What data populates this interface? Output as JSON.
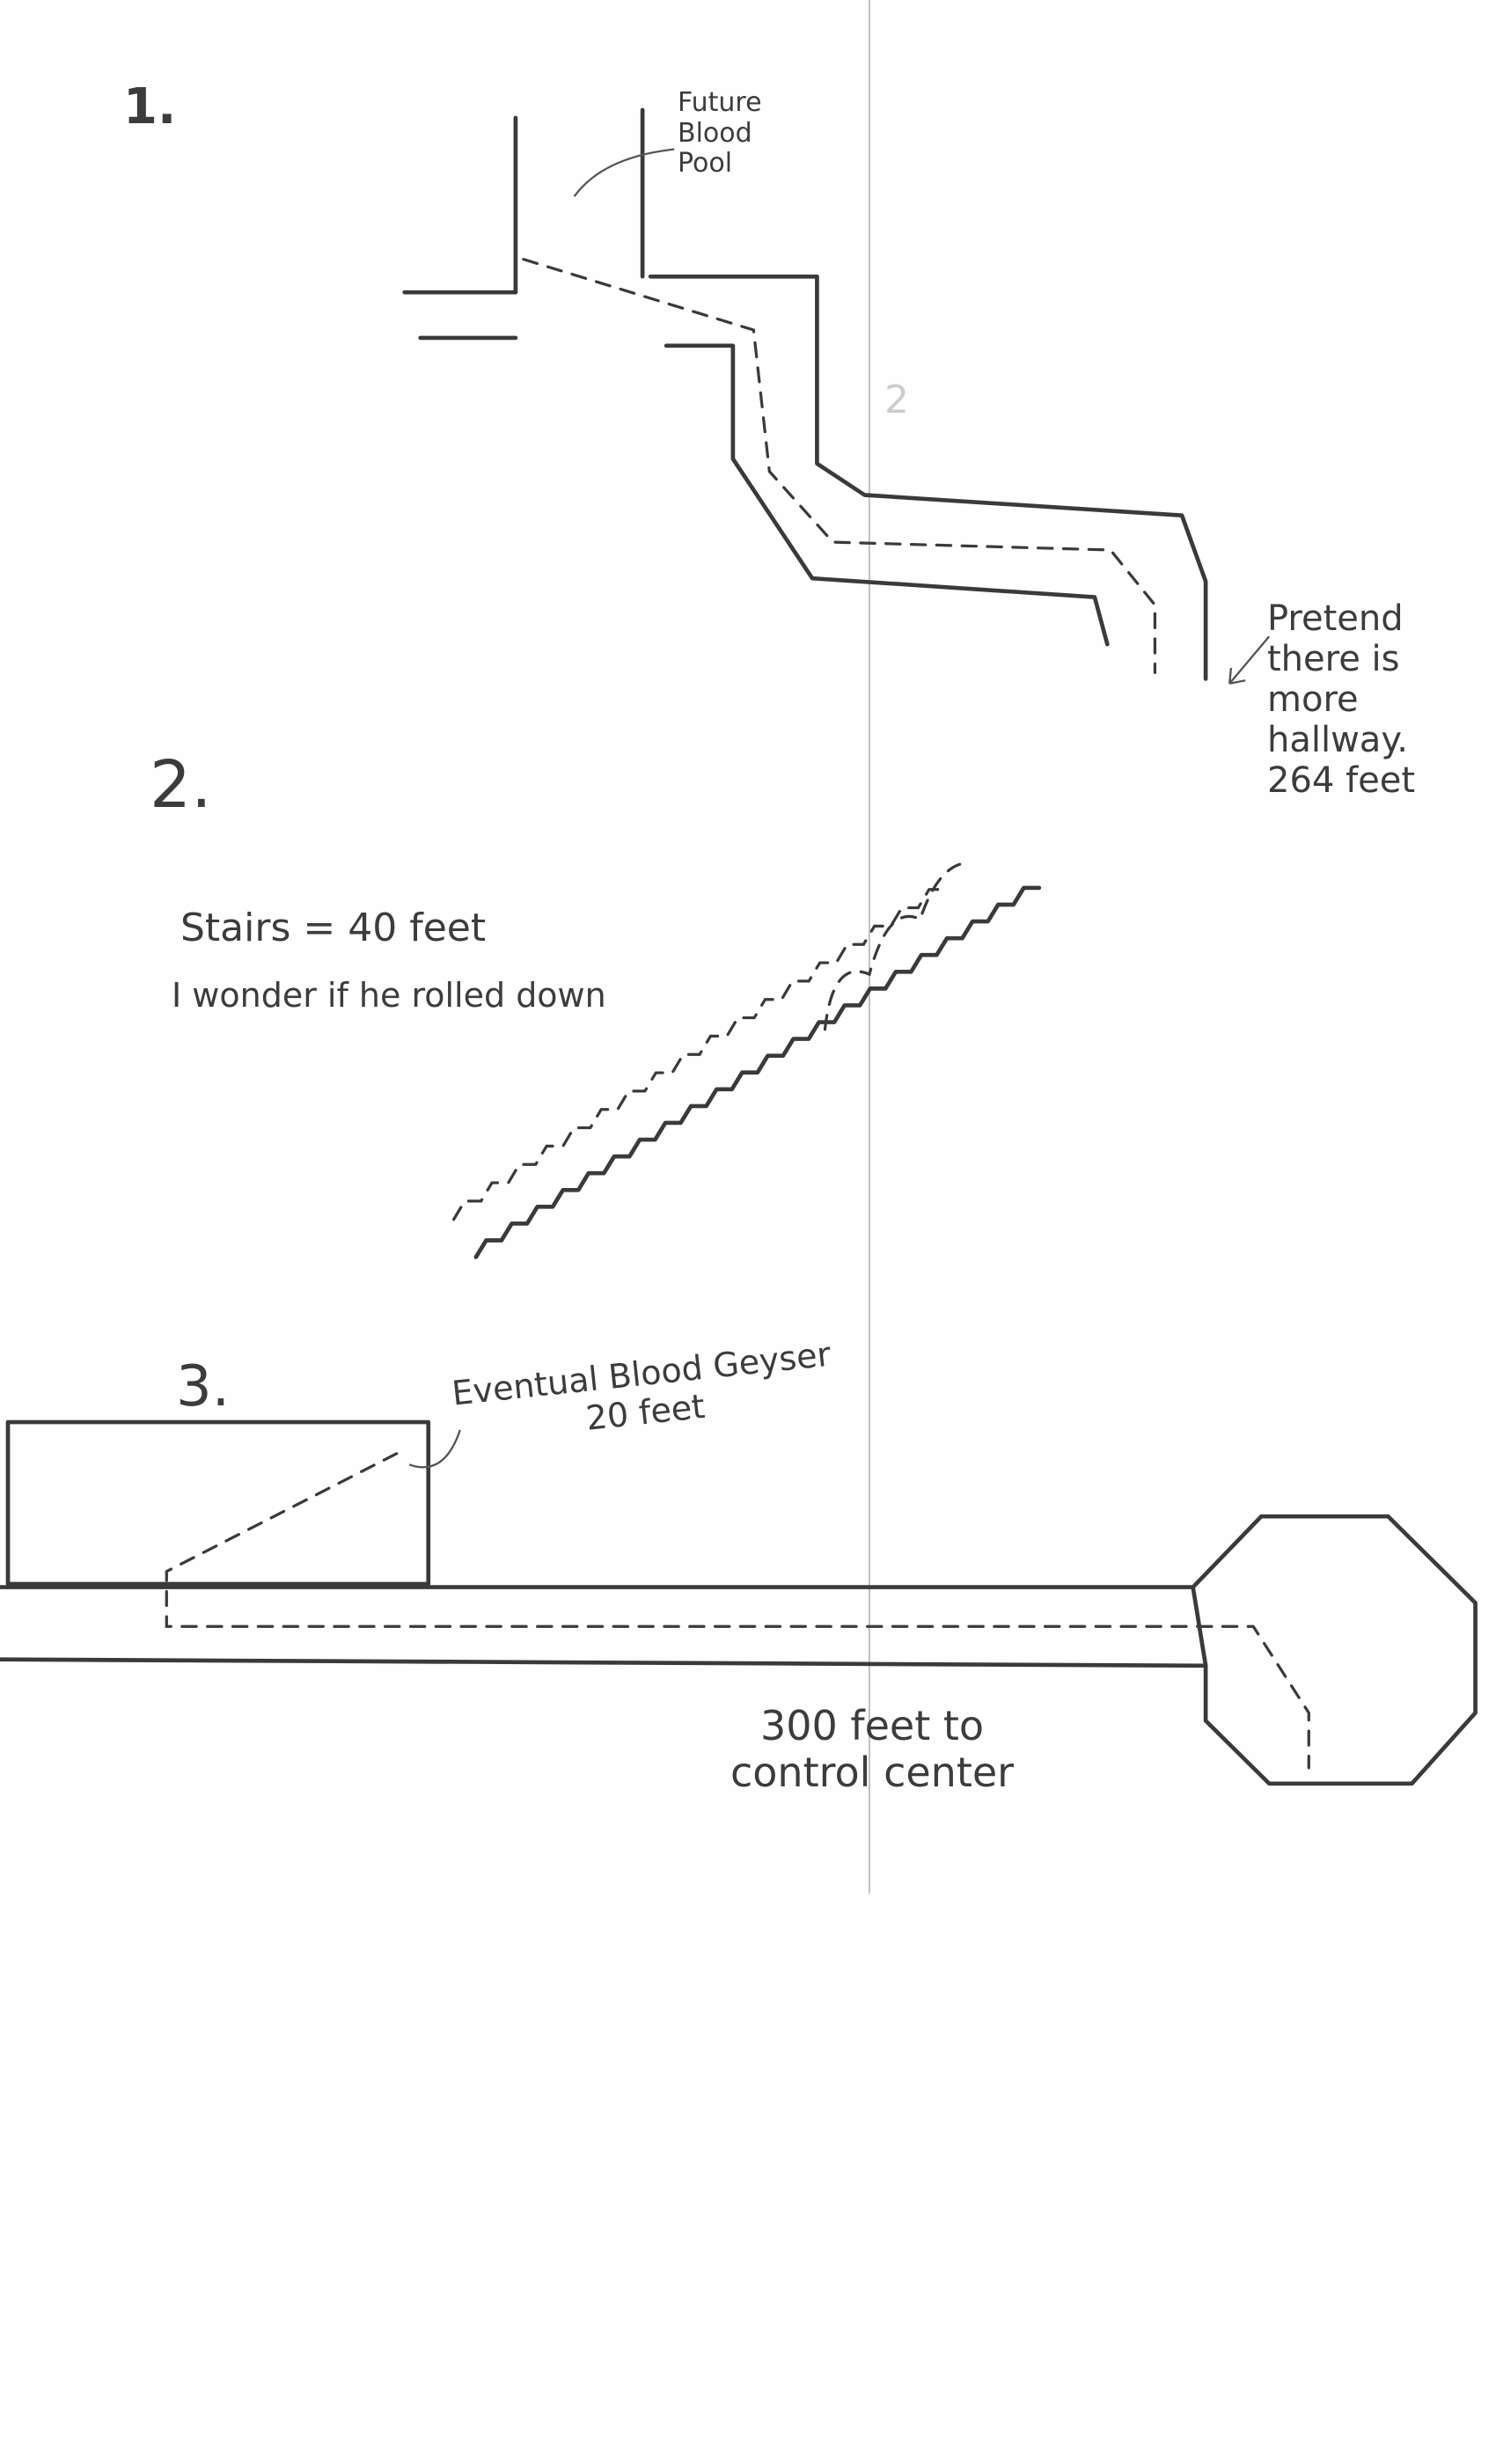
{
  "section1": {
    "number": "1.",
    "pool_note": "Future\nBlood\nPool",
    "hallway_note": "Pretend\nthere is\nmore hallway.\n264 feet",
    "faint_mark": "2"
  },
  "section2": {
    "number": "2.",
    "stairs_note": "Stairs = 40 feet",
    "roll_note": "I wonder if he rolled down"
  },
  "section3": {
    "number": "3.",
    "geyser_note": "Eventual Blood Geyser\n20 feet",
    "distance_note": "300 feet to\ncontrol center"
  }
}
